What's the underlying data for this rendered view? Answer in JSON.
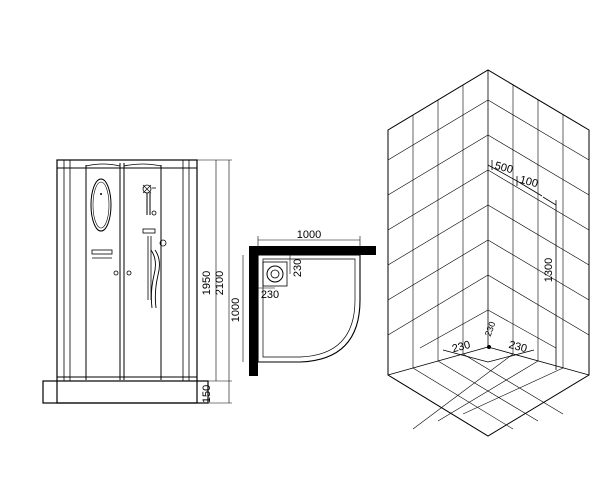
{
  "front_view": {
    "dimensions": {
      "cabin_height": "1950",
      "total_height": "2100",
      "tray_height": "150"
    }
  },
  "plan_view": {
    "dimensions": {
      "width": "1000",
      "depth": "1000",
      "drain_offset_x": "230",
      "drain_offset_y": "230"
    }
  },
  "room_view": {
    "dimensions": {
      "offset_500": "500",
      "offset_100": "100",
      "height_1300": "1300",
      "corner_left": "230",
      "corner_right": "230",
      "corner_small": "230"
    }
  }
}
